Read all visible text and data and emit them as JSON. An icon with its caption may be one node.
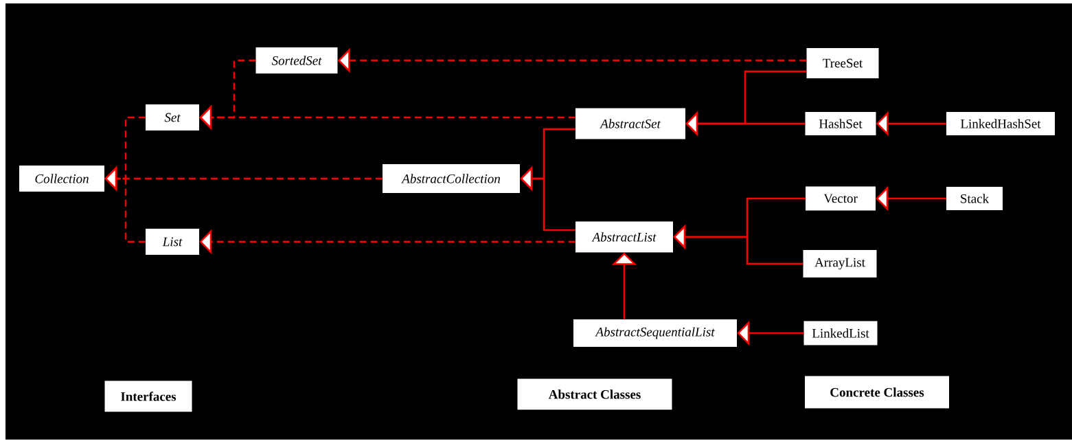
{
  "diagram": {
    "nodes": [
      {
        "text": [
          "Collection"
        ]
      },
      {
        "text": [
          "Set"
        ]
      },
      {
        "text": [
          "List"
        ]
      },
      {
        "text": [
          "SortedSet"
        ]
      },
      {
        "text": [
          "AbstractCollection"
        ]
      },
      {
        "text": [
          "AbstractSet"
        ]
      },
      {
        "text": [
          "AbstractList"
        ]
      },
      {
        "text": [
          "AbstractSequentialList"
        ]
      },
      {
        "text": [
          "TreeSet"
        ]
      },
      {
        "text": [
          "HashSet"
        ]
      },
      {
        "text": [
          "LinkedHashSet"
        ]
      },
      {
        "text": [
          "Vector"
        ]
      },
      {
        "text": [
          "Stack"
        ]
      },
      {
        "text": [
          "ArrayList"
        ]
      },
      {
        "text": [
          "LinkedList"
        ]
      },
      {
        "text": [
          "Interfaces"
        ]
      },
      {
        "text": [
          "Abstract Classes"
        ]
      },
      {
        "text": [
          "Concrete Classes"
        ]
      }
    ],
    "edges": [
      {
        "from": 1,
        "to": 0,
        "arrow": "to",
        "style": "dashed"
      },
      {
        "from": 2,
        "to": 0,
        "arrow": "to",
        "style": "dashed"
      },
      {
        "from": 4,
        "to": 0,
        "arrow": "to",
        "style": "dashed"
      },
      {
        "from": 3,
        "to": 1,
        "arrow": "to",
        "style": "dashed"
      },
      {
        "from": 5,
        "to": 1,
        "arrow": "to",
        "style": "dashed"
      },
      {
        "from": 6,
        "to": 2,
        "arrow": "to",
        "style": "dashed"
      },
      {
        "from": 8,
        "to": 3,
        "arrow": "to",
        "style": "dashed"
      },
      {
        "from": 5,
        "to": 4,
        "arrow": "to"
      },
      {
        "from": 6,
        "to": 4,
        "arrow": "to"
      },
      {
        "from": 8,
        "to": 5,
        "arrow": "to"
      },
      {
        "from": 9,
        "to": 5,
        "arrow": "to"
      },
      {
        "from": 10,
        "to": 9,
        "arrow": "to"
      },
      {
        "from": 11,
        "to": 6,
        "arrow": "to"
      },
      {
        "from": 13,
        "to": 6,
        "arrow": "to"
      },
      {
        "from": 12,
        "to": 11,
        "arrow": "to"
      },
      {
        "from": 7,
        "to": 6,
        "arrow": "to"
      },
      {
        "from": 14,
        "to": 7,
        "arrow": "to"
      }
    ]
  }
}
